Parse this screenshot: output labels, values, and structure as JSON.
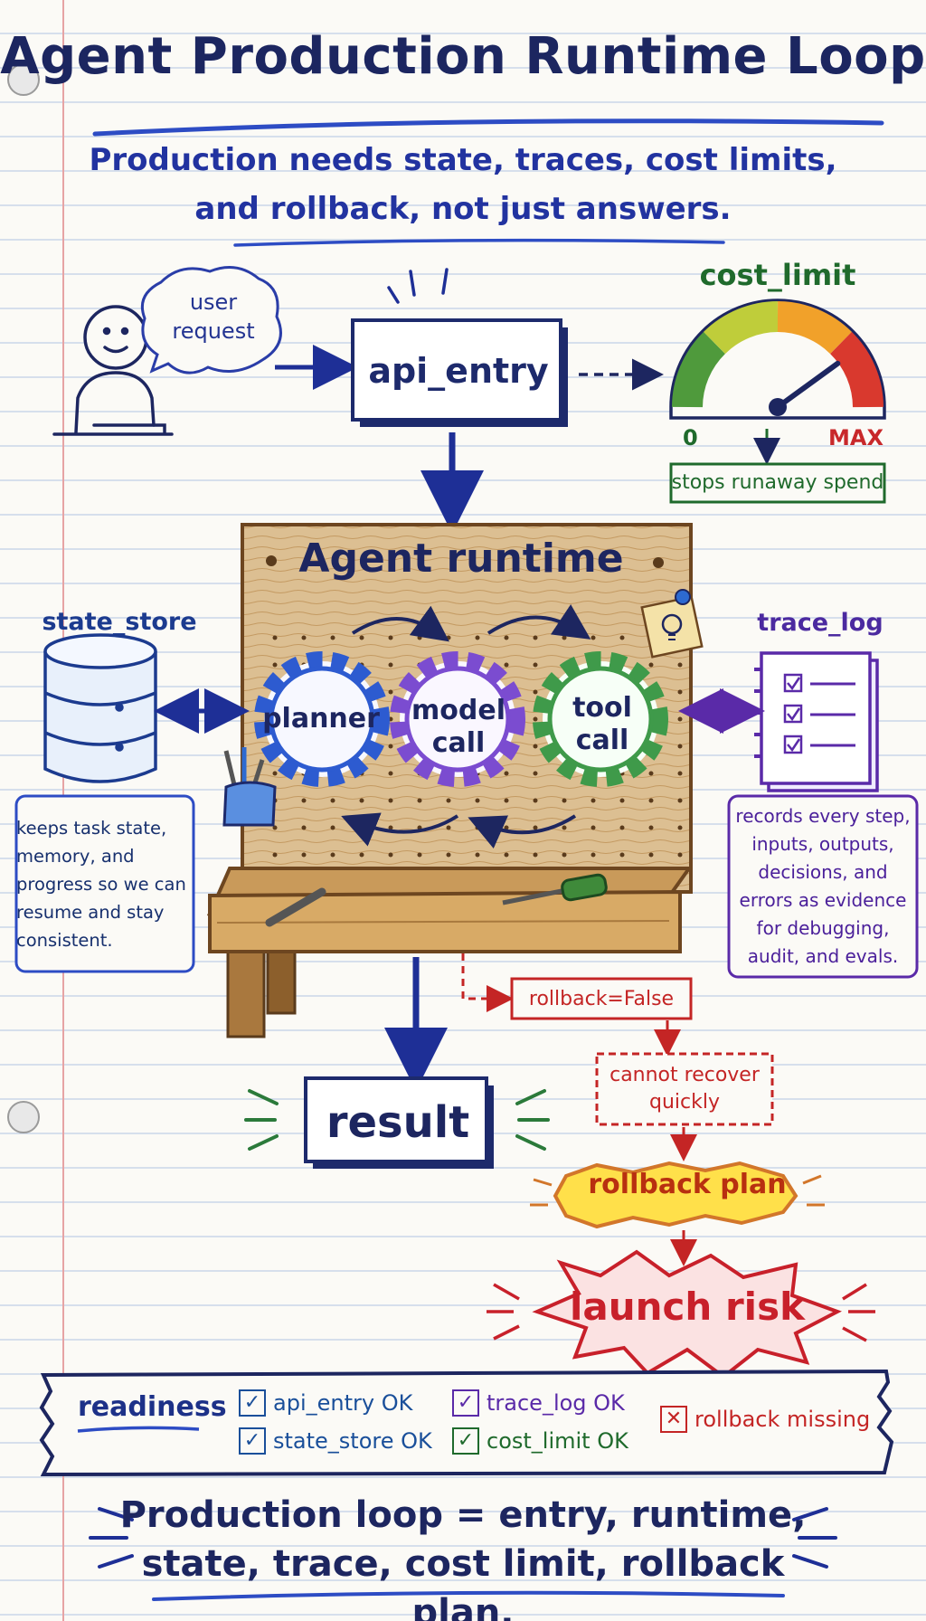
{
  "title": "Agent Production Runtime Loop",
  "subtitle": "Production needs state, traces, cost limits, and rollback, not just answers.",
  "user_bubble": "user request",
  "api_entry": "api_entry",
  "cost_limit": {
    "title": "cost_limit",
    "min_label": "0",
    "max_label": "MAX",
    "note": "stops runaway spend",
    "level": 0.8
  },
  "runtime": {
    "title": "Agent runtime",
    "gears": [
      "planner",
      "model call",
      "tool call"
    ]
  },
  "state_store": {
    "title": "state_store",
    "note": "keeps task state, memory, and progress so we can resume and stay consistent."
  },
  "trace_log": {
    "title": "trace_log",
    "note": "records every step, inputs, outputs, decisions, and errors as evidence for debugging, audit, and evals."
  },
  "result": "result",
  "rollback": {
    "flag": "rollback=False",
    "consequence": "cannot recover quickly",
    "plan": "rollback plan",
    "risk": "launch risk"
  },
  "readiness": {
    "label": "readiness",
    "items": [
      {
        "label": "api_entry OK",
        "status": "ok",
        "color": "#1a4f9a"
      },
      {
        "label": "state_store OK",
        "status": "ok",
        "color": "#1a4f9a"
      },
      {
        "label": "trace_log OK",
        "status": "ok",
        "color": "#5a2aa8"
      },
      {
        "label": "cost_limit OK",
        "status": "ok",
        "color": "#1f6a2c"
      },
      {
        "label": "rollback missing",
        "status": "missing",
        "color": "#c42525"
      }
    ]
  },
  "footer": "Production loop = entry, runtime, state, trace, cost limit, rollback plan.",
  "colors": {
    "ink": "#1d2660",
    "blue": "#2233a0",
    "green": "#1f6a2c",
    "purple": "#5a2aa8",
    "red": "#c42525",
    "wood": "#d9b98a"
  }
}
